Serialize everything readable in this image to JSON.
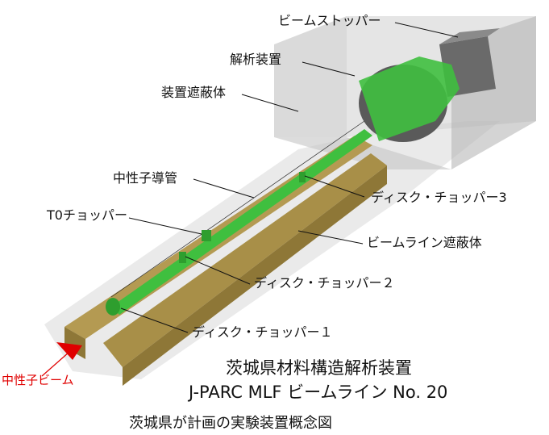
{
  "labels": {
    "beam_stopper": "ビームストッパー",
    "analyzer": "解析装置",
    "shield": "装置遮蔽体",
    "guide_tube": "中性子導管",
    "t0_chopper": "T0チョッパー",
    "disk_chopper_3": "ディスク・チョッパー3",
    "beamline_shield": "ビームライン遮蔽体",
    "disk_chopper_2": "ディスク・チョッパー２",
    "disk_chopper_1": "ディスク・チョッパー１",
    "neutron_beam": "中性子ビーム"
  },
  "caption": {
    "line1": "茨城県材料構造解析装置",
    "line2": "J-PARC MLF ビームライン No. 20",
    "footer": "茨城県が計画の実験装置概念図"
  },
  "colors": {
    "guide_green": "#3fbf3f",
    "concrete_tan": "#b49a52",
    "beam_red": "#e00000"
  }
}
